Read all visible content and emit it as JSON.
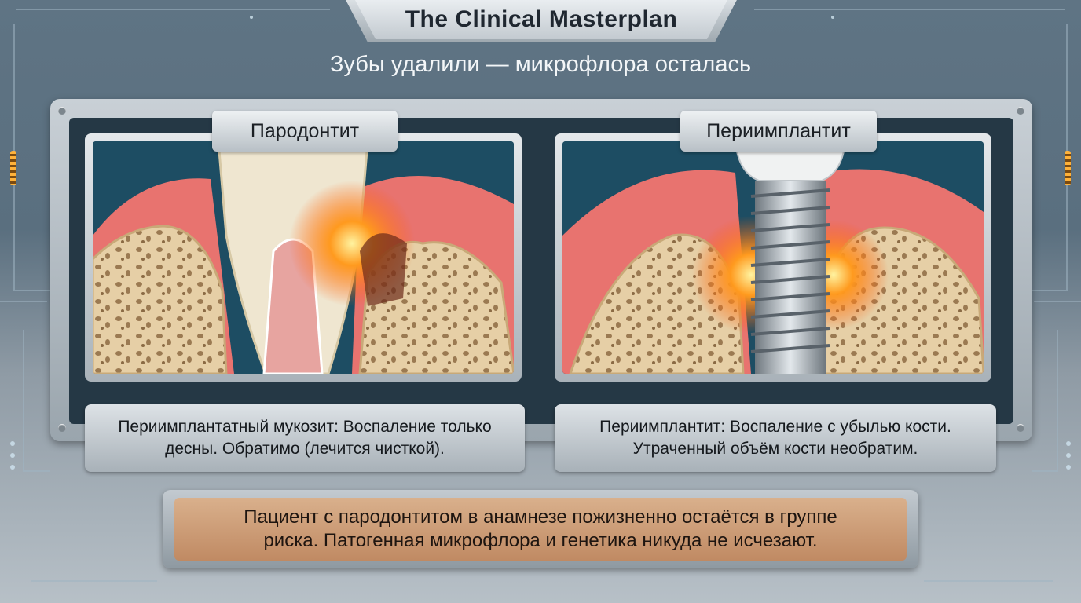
{
  "header": {
    "title": "The Clinical Masterplan"
  },
  "subtitle": "Зубы удалили — микрофлора осталась",
  "panels": [
    {
      "tab": "Пародонтит",
      "note": "Периимплантатный мукозит: Воспаление только\nдесны. Обратимо (лечится чисткой)."
    },
    {
      "tab": "Периимплантит",
      "note": "Периимплантит: Воспаление с убылью кости.\nУтраченный объём кости необратим."
    }
  ],
  "bottom": {
    "text": "Пациент с пародонтитом в анамнезе пожизненно остаётся в группе\nриска. Патогенная микрофлора и генетика никуда не исчезают."
  },
  "colors": {
    "gum": "#e8736f",
    "bone": "#e6cfa6",
    "inflammation": "#ff9a1e",
    "accent_orange": "#d9b08c"
  }
}
